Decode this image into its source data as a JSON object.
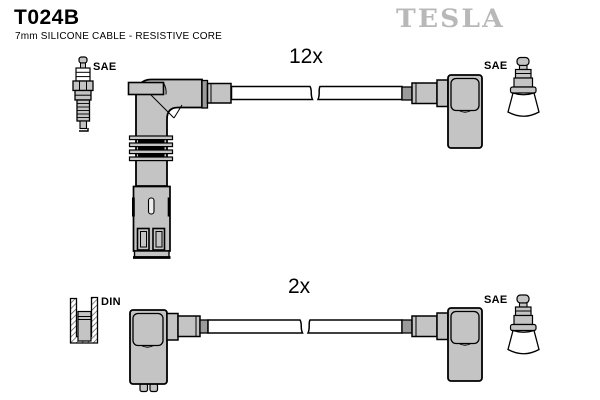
{
  "header": {
    "part_number": "T024B",
    "subtitle": "7mm SILICONE CABLE - RESISTIVE CORE",
    "brand": "TESLA"
  },
  "colors": {
    "background": "#ffffff",
    "outline": "#000000",
    "part_fill": "#c4c4c4",
    "part_dark": "#9b9b9b",
    "brand": "#b8b8b8"
  },
  "kit": {
    "top": {
      "quantity": "12x",
      "left_connector_standard": "SAE",
      "right_terminal_standard": "SAE"
    },
    "bottom": {
      "quantity": "2x",
      "left_connector_standard": "DIN",
      "right_terminal_standard": "SAE"
    }
  },
  "icons": {
    "spark_plug": "spark-plug-icon",
    "coil_boot": "angled-coil-boot-icon",
    "elbow_boot": "elbow-boot-icon",
    "terminal": "sae-terminal-icon",
    "din_socket": "din-socket-icon",
    "cable": "cable-icon"
  }
}
